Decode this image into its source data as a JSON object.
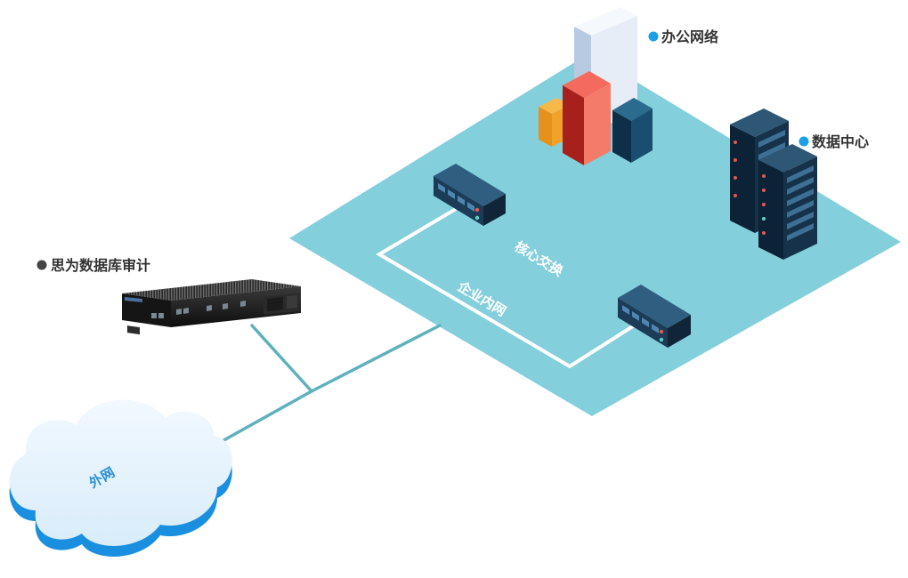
{
  "labels": {
    "office_network": "办公网络",
    "data_center": "数据中心",
    "db_audit": "思为数据库审计",
    "core_switch": "核心交换",
    "intranet": "企业内网",
    "internet": "外网"
  },
  "colors": {
    "platform": "#84cfdc",
    "link": "#5fb1bd",
    "ring": "#ffffff",
    "dot_blue": "#1aa0e6",
    "dot_dark": "#444444",
    "cloud_face": "#dff0fb",
    "cloud_edge": "#1a8fe0",
    "switch": "#1e3a52",
    "rack": "#16324a",
    "bldg_white": "#e8eef7",
    "bldg_red": "#d9322e",
    "bldg_orange": "#f0a22a",
    "bldg_navy": "#154260"
  }
}
